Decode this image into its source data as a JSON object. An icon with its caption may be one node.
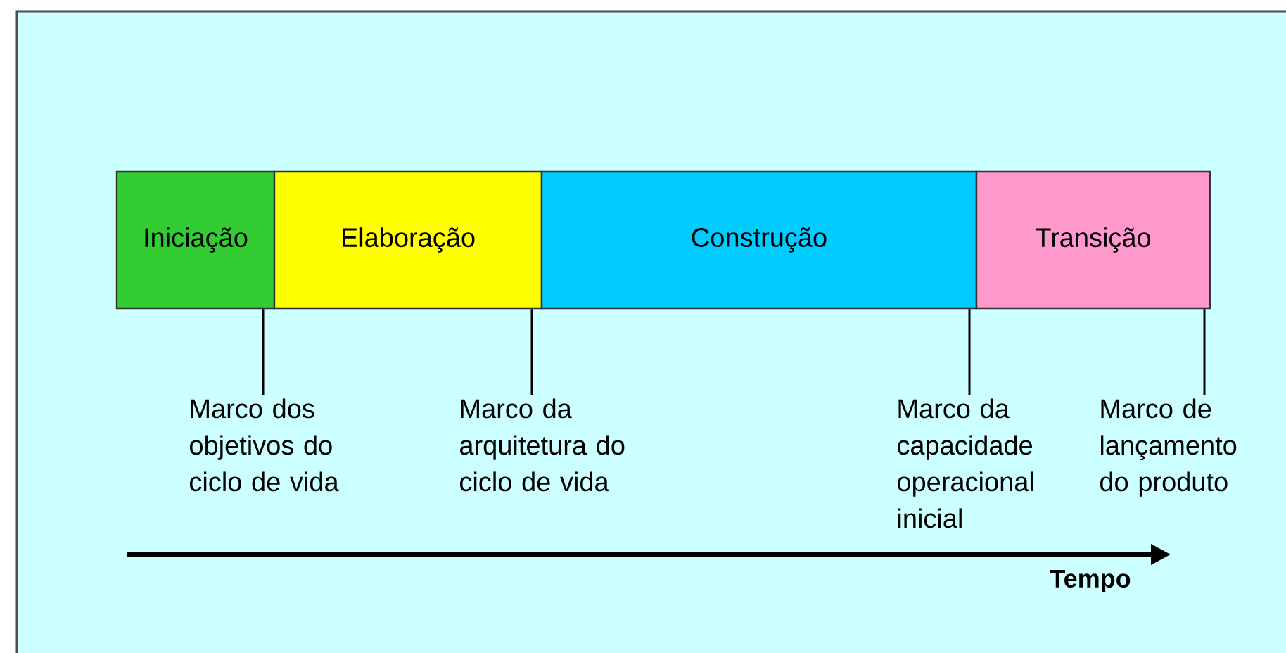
{
  "diagram": {
    "nodes": [
      {
        "text": [
          "Iniciação"
        ]
      },
      {
        "text": [
          "Elaboração"
        ]
      },
      {
        "text": [
          "Construção"
        ]
      },
      {
        "text": [
          "Transição"
        ]
      },
      {
        "text": [
          "Marco dos objetivos do ciclo de vida"
        ]
      },
      {
        "text": [
          "Marco da arquitetura do ciclo de vida"
        ]
      },
      {
        "text": [
          "Marco da capacidade operacional inicial"
        ]
      },
      {
        "text": [
          "Marco de lançamento do produto"
        ]
      }
    ],
    "edges": [
      {
        "from": 4,
        "to": 0,
        "arrow": "none"
      },
      {
        "from": 5,
        "to": 1,
        "arrow": "none"
      },
      {
        "from": 6,
        "to": 2,
        "arrow": "none"
      },
      {
        "from": 7,
        "to": 3,
        "arrow": "none"
      }
    ],
    "labels": [
      "Tempo"
    ]
  }
}
